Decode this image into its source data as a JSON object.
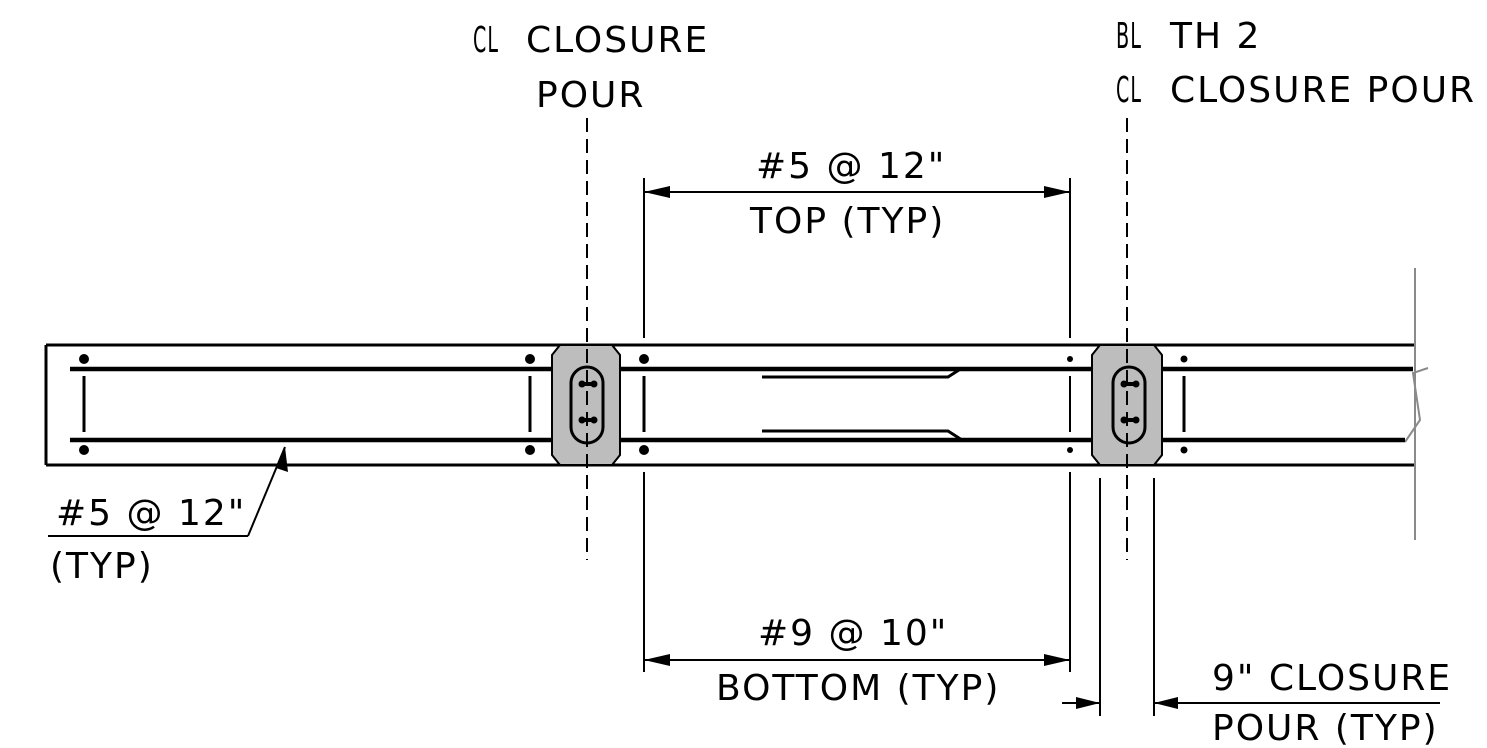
{
  "labels": {
    "cl_closure_pour_left": {
      "symbol": "CL",
      "line1": "CLOSURE",
      "line2": "POUR"
    },
    "right_header": {
      "bl_symbol": "BL",
      "line1": "TH 2",
      "cl_symbol": "CL",
      "line2": "CLOSURE POUR"
    },
    "top_dim": {
      "line1": "#5 @ 12\"",
      "line2": "TOP (TYP)"
    },
    "left_callout": {
      "line1": "#5 @ 12\"",
      "line2": "(TYP)"
    },
    "bottom_dim": {
      "line1": "#9 @ 10\"",
      "line2": "BOTTOM (TYP)"
    },
    "closure_width": {
      "line1": "9\" CLOSURE",
      "line2": "POUR (TYP)"
    }
  },
  "colors": {
    "line": "#000000",
    "closure_fill": "#bdbdbd",
    "break_line": "#8a8a8a"
  }
}
